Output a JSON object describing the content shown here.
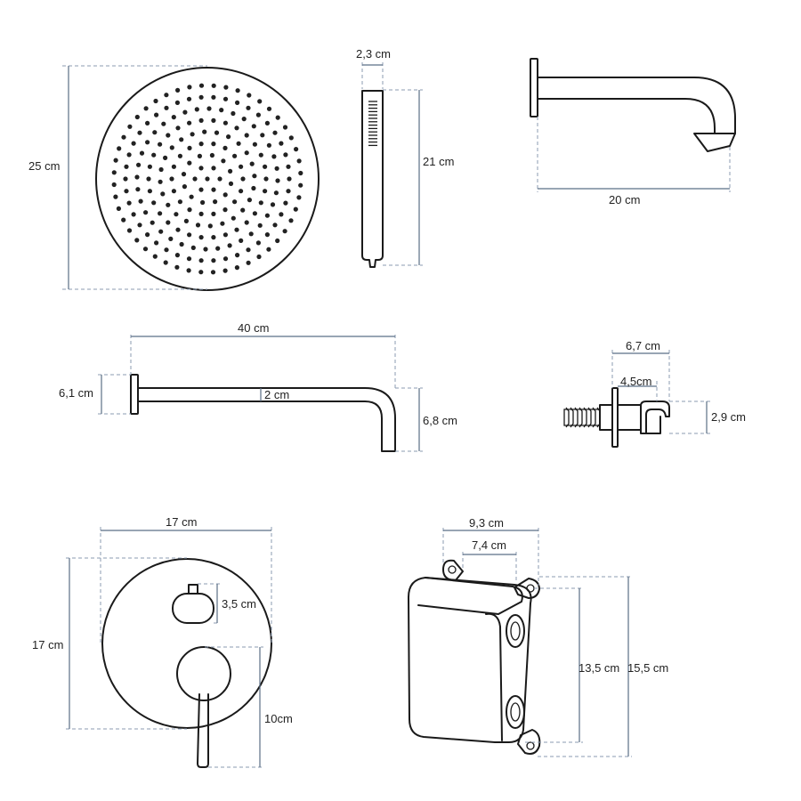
{
  "colors": {
    "outline": "#1a1a1a",
    "dimension_line": "#5b6f86",
    "extension_line": "#8b9bb0",
    "text": "#222222",
    "background": "#ffffff"
  },
  "components": {
    "shower_head": {
      "diameter_label": "25 cm"
    },
    "hand_shower": {
      "width_label": "2,3 cm",
      "length_label": "21 cm"
    },
    "spout": {
      "length_label": "20 cm"
    },
    "shower_arm": {
      "length_label": "40 cm",
      "flange_label": "6,1 cm",
      "tube_label": "2 cm",
      "drop_label": "6,8 cm"
    },
    "holder": {
      "total_label": "6,7 cm",
      "cradle_label": "4,5cm",
      "height_label": "2,9 cm"
    },
    "mixer_plate": {
      "width_label": "17 cm",
      "height_label": "17 cm",
      "knob_label": "3,5 cm",
      "lever_label": "10cm"
    },
    "box": {
      "outer_label": "9,3 cm",
      "inner_label": "7,4 cm",
      "inner_height_label": "13,5 cm",
      "outer_height_label": "15,5 cm"
    }
  }
}
